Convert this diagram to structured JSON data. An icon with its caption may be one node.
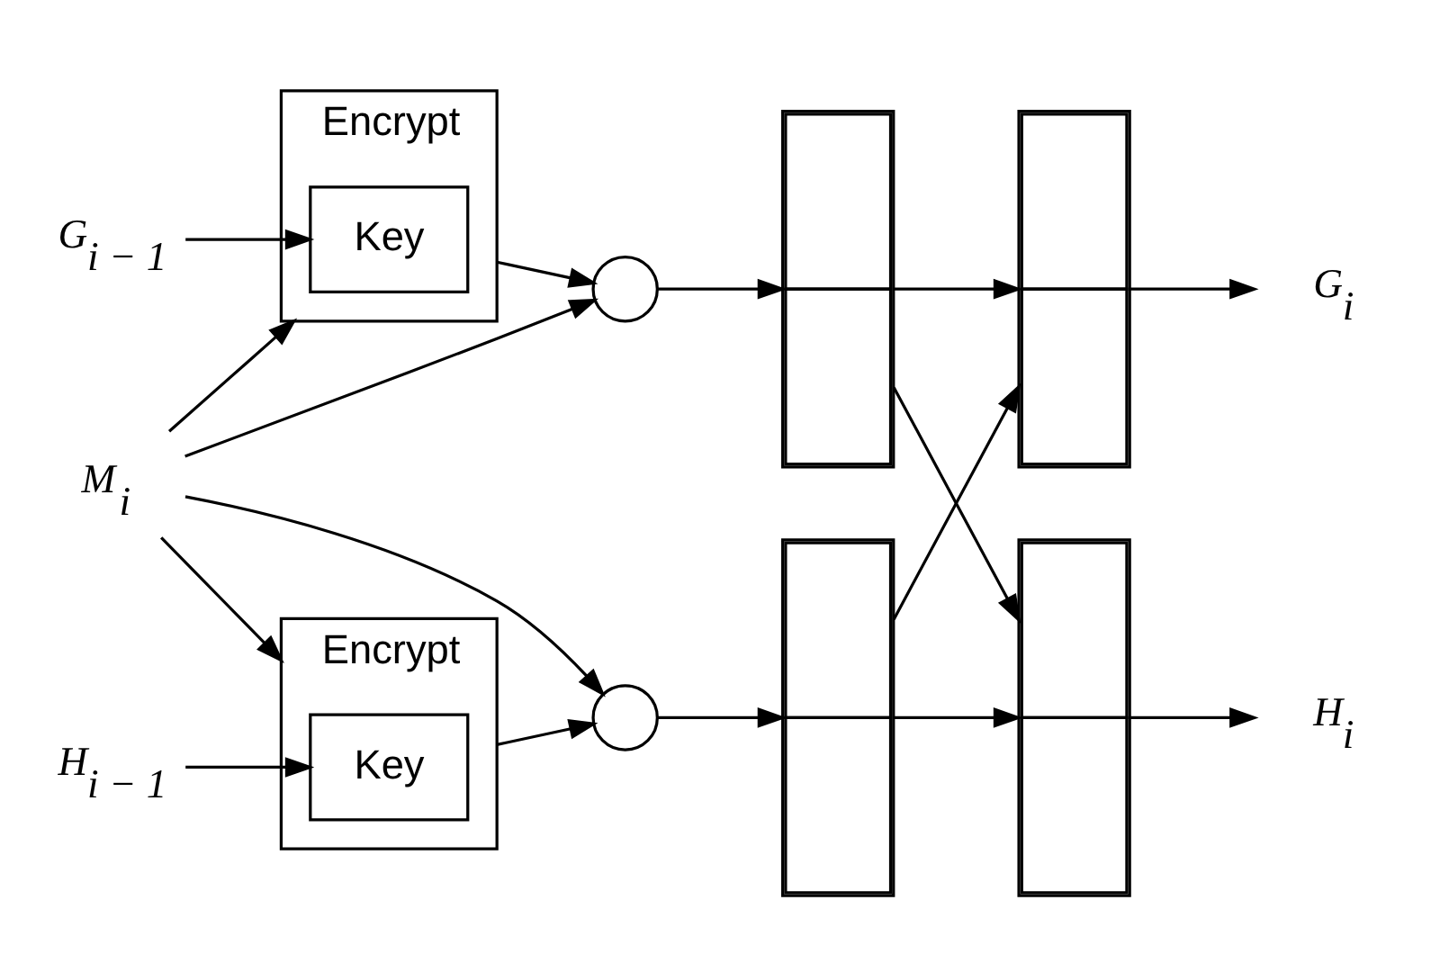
{
  "diagram": {
    "nodes": [
      {
        "text": [
          "G$_{i − 1}$"
        ]
      },
      {
        "text": [
          "Encrypt"
        ]
      },
      {
        "text": [
          "Key"
        ],
        "in": 1
      },
      {
        "text": [],
        "shape": "circle"
      },
      {
        "text": [],
        "shape": "box"
      },
      {
        "text": [],
        "shape": "box"
      },
      {
        "text": [
          "G$_{i}$"
        ]
      },
      {
        "text": [
          "M$_{i}$"
        ]
      },
      {
        "text": [
          "Encrypt"
        ]
      },
      {
        "text": [
          "Key"
        ],
        "in": 8
      },
      {
        "text": [],
        "shape": "circle"
      },
      {
        "text": [],
        "shape": "box"
      },
      {
        "text": [],
        "shape": "box"
      },
      {
        "text": [
          "H$_{i}$"
        ]
      },
      {
        "text": [
          "H$_{i − 1}$"
        ]
      }
    ],
    "edges": [
      {
        "from": 0,
        "to": 2,
        "arrow": "to"
      },
      {
        "from": 7,
        "to": 1,
        "arrow": "to"
      },
      {
        "from": 7,
        "to": 3,
        "arrow": "to"
      },
      {
        "from": 1,
        "to": 3,
        "arrow": "to"
      },
      {
        "from": 3,
        "to": 4,
        "arrow": "to"
      },
      {
        "from": 7,
        "to": 8,
        "arrow": "to"
      },
      {
        "from": 7,
        "to": 10,
        "arrow": "to"
      },
      {
        "from": 14,
        "to": 9,
        "arrow": "to"
      },
      {
        "from": 8,
        "to": 10,
        "arrow": "to"
      },
      {
        "from": 10,
        "to": 11,
        "arrow": "to"
      },
      {
        "from": 4,
        "to": 12,
        "arrow": "to"
      },
      {
        "from": 4,
        "to": 5,
        "arrow": "to"
      },
      {
        "from": 11,
        "to": 5,
        "arrow": "to"
      },
      {
        "from": 11,
        "to": 12,
        "arrow": "to"
      },
      {
        "from": 5,
        "to": 6,
        "arrow": "to"
      },
      {
        "from": 12,
        "to": 13,
        "arrow": "to"
      }
    ]
  }
}
